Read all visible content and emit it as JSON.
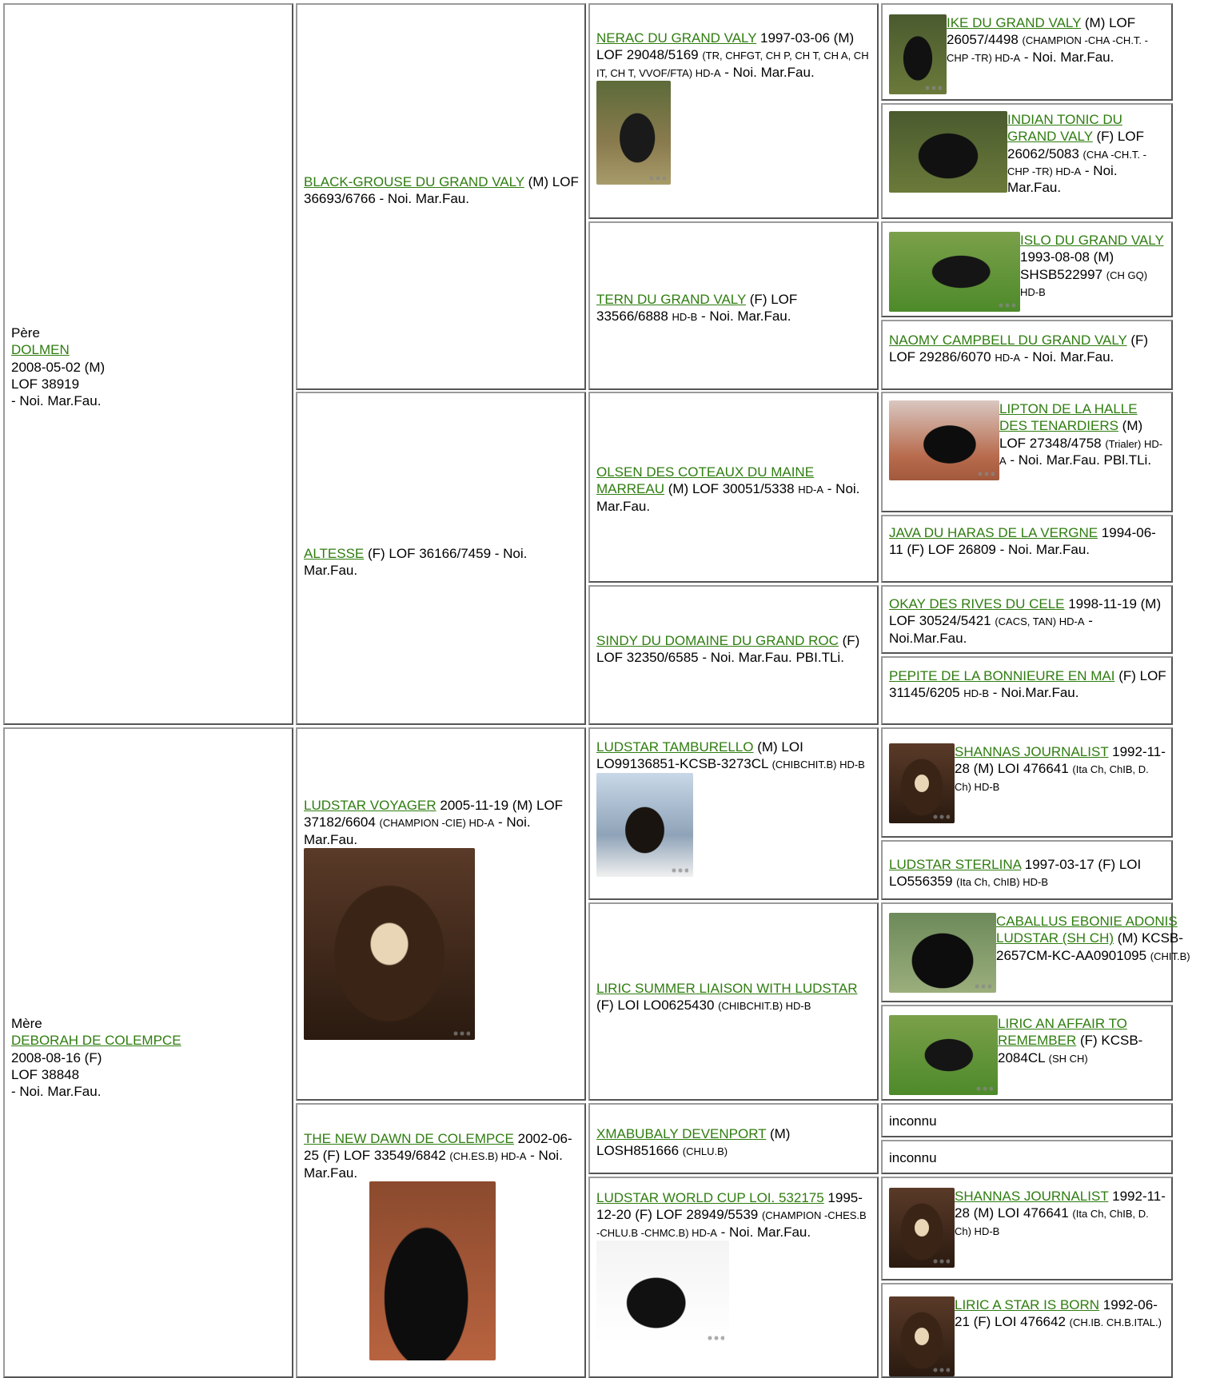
{
  "col1": {
    "pere": {
      "role": "Père",
      "name": "DOLMEN",
      "date_sex": "2008-05-02 (M)",
      "lof": "LOF 38919",
      "tail": "- Noi. Mar.Fau."
    },
    "mere": {
      "role": "Mère",
      "name": "DEBORAH DE COLEMPCE",
      "date_sex": "2008-08-16 (F)",
      "lof": "LOF 38848",
      "tail": "- Noi. Mar.Fau."
    }
  },
  "col2": {
    "black_grouse": {
      "name": "BLACK-GROUSE DU GRAND VALY",
      "text": " (M) LOF 36693/6766 - Noi. Mar.Fau."
    },
    "altesse": {
      "name": "ALTESSE",
      "text": " (F) LOF 36166/7459 - Noi. Mar.Fau."
    },
    "ludstar_voyager": {
      "name": "LUDSTAR VOYAGER",
      "text": " 2005-11-19 (M) LOF 37182/6604 ",
      "small": "(CHAMPION -CIE) HD-A",
      "tail": " - Noi. Mar.Fau."
    },
    "new_dawn": {
      "name": "THE NEW DAWN DE COLEMPCE",
      "text": " 2002-06-25 (F) LOF 33549/6842 ",
      "small": "(CH.ES.B) HD-A",
      "tail": " - Noi. Mar.Fau."
    }
  },
  "col3": {
    "nerac": {
      "name": "NERAC DU GRAND VALY",
      "text": " 1997-03-06 (M) LOF 29048/5169 ",
      "small": "(TR, CHFGT, CH P, CH T, CH A, CH IT, CH T, VVOF/FTA) HD-A",
      "tail": " - Noi. Mar.Fau."
    },
    "tern": {
      "name": "TERN DU GRAND VALY",
      "text": " (F) LOF 33566/6888 ",
      "small": "HD-B",
      "tail": " - Noi. Mar.Fau."
    },
    "olsen": {
      "name": "OLSEN DES COTEAUX DU MAINE MARREAU",
      "text": " (M) LOF 30051/5338 ",
      "small": "HD-A",
      "tail": " - Noi. Mar.Fau."
    },
    "sindy": {
      "name": "SINDY DU DOMAINE DU GRAND ROC",
      "text": " (F) LOF 32350/6585 - Noi. Mar.Fau. PBI.TLi."
    },
    "tamburello": {
      "name": "LUDSTAR TAMBURELLO",
      "text": " (M) LOI LO99136851-KCSB-3273CL ",
      "small": "(CHIBCHIT.B) HD-B"
    },
    "liric_summer": {
      "name": "LIRIC SUMMER LIAISON WITH LUDSTAR",
      "text": " (F) LOI LO0625430 ",
      "small": "(CHIBCHIT.B) HD-B"
    },
    "xmabubaly": {
      "name": "XMABUBALY DEVENPORT",
      "text": " (M) LOSH851666 ",
      "small": "(CHLU.B)"
    },
    "world_cup": {
      "name": "LUDSTAR WORLD CUP LOI. 532175",
      "text": " 1995-12-20 (F) LOF 28949/5539 ",
      "small": "(CHAMPION -CHES.B -CHLU.B -CHMC.B) HD-A",
      "tail": " - Noi. Mar.Fau."
    }
  },
  "col4": {
    "ike": {
      "name": "IKE DU GRAND VALY",
      "text": " (M) LOF 26057/4498 ",
      "small": "(CHAMPION -CHA -CH.T. -CHP -TR) HD-A",
      "tail": " - Noi. Mar.Fau."
    },
    "indian": {
      "name": "INDIAN TONIC DU GRAND VALY",
      "text": " (F) LOF 26062/5083 ",
      "small": "(CHA -CH.T. -CHP -TR) HD-A",
      "tail": " - Noi. Mar.Fau."
    },
    "islo": {
      "name": "ISLO DU GRAND VALY",
      "text": " 1993-08-08 (M) SHSB522997 ",
      "small": "(CH GQ) HD-B"
    },
    "naomy": {
      "name": "NAOMY CAMPBELL DU GRAND VALY",
      "text": " (F) LOF 29286/6070 ",
      "small": "HD-A",
      "tail": " - Noi. Mar.Fau."
    },
    "lipton": {
      "name": "LIPTON DE LA HALLE DES TENARDIERS",
      "text": " (M) LOF 27348/4758 ",
      "small": "(Trialer) HD-A",
      "tail": " - Noi. Mar.Fau. PBl.TLi."
    },
    "java": {
      "name": "JAVA DU HARAS DE LA VERGNE",
      "text": " 1994-06-11 (F) LOF 26809 - Noi. Mar.Fau."
    },
    "okay": {
      "name": "OKAY DES RIVES DU CELE",
      "text": " 1998-11-19 (M) LOF 30524/5421 ",
      "small": "(CACS, TAN) HD-A",
      "tail": " - Noi.Mar.Fau."
    },
    "pepite": {
      "name": "PEPITE DE LA BONNIEURE EN MAI",
      "text": " (F) LOF 31145/6205 ",
      "small": "HD-B",
      "tail": " - Noi.Mar.Fau."
    },
    "shannas1": {
      "name": "SHANNAS JOURNALIST",
      "text": " 1992-11-28 (M) LOI 476641 ",
      "small": "(Ita Ch, ChIB, D. Ch) HD-B"
    },
    "sterlina": {
      "name": "LUDSTAR STERLINA",
      "text": " 1997-03-17 (F) LOI LO556359 ",
      "small": "(Ita Ch, ChIB) HD-B"
    },
    "caballus": {
      "name": "CABALLUS EBONIE ADONIS LUDSTAR (SH CH)",
      "text": " (M) KCSB-2657CM-KC-AA0901095 ",
      "small": "(CHIT.B)"
    },
    "liric_affair": {
      "name": "LIRIC AN AFFAIR TO REMEMBER",
      "text": " (F) KCSB-2084CL ",
      "small": "(SH CH)"
    },
    "inconnu1": {
      "text": "inconnu"
    },
    "inconnu2": {
      "text": "inconnu"
    },
    "shannas2": {
      "name": "SHANNAS JOURNALIST",
      "text": " 1992-11-28 (M) LOI 476641 ",
      "small": "(Ita Ch, ChIB, D. Ch) HD-B"
    },
    "star_born": {
      "name": "LIRIC A STAR IS BORN",
      "text": " 1992-06-21 (F) LOI 476642 ",
      "small": "(CH.IB. CH.B.ITAL.)"
    }
  }
}
